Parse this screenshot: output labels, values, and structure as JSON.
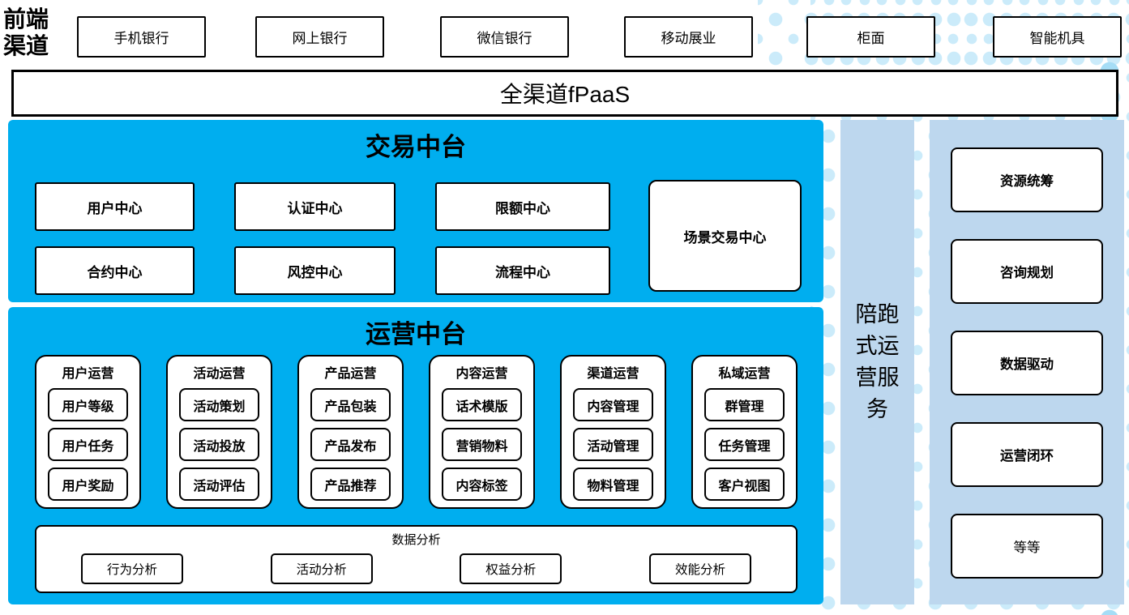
{
  "colors": {
    "accent_blue": "#00AEEF",
    "light_blue": "#BDD7EE",
    "dot_light": "#CBEBFA",
    "dot_edge": "#A5DDF6",
    "border": "#000000"
  },
  "front_channels": {
    "label": "前端渠道",
    "items": [
      "手机银行",
      "网上银行",
      "微信银行",
      "移动展业",
      "柜面",
      "智能机具"
    ]
  },
  "fpaas": {
    "label": "全渠道fPaaS"
  },
  "trade_platform": {
    "title": "交易中台",
    "centers": [
      "用户中心",
      "认证中心",
      "限额中心",
      "合约中心",
      "风控中心",
      "流程中心"
    ],
    "scene_center": "场景交易中心"
  },
  "operation_platform": {
    "title": "运营中台",
    "columns": [
      {
        "header": "用户运营",
        "items": [
          "用户等级",
          "用户任务",
          "用户奖励"
        ]
      },
      {
        "header": "活动运营",
        "items": [
          "活动策划",
          "活动投放",
          "活动评估"
        ]
      },
      {
        "header": "产品运营",
        "items": [
          "产品包装",
          "产品发布",
          "产品推荐"
        ]
      },
      {
        "header": "内容运营",
        "items": [
          "话术模版",
          "营销物料",
          "内容标签"
        ]
      },
      {
        "header": "渠道运营",
        "items": [
          "内容管理",
          "活动管理",
          "物料管理"
        ]
      },
      {
        "header": "私域运营",
        "items": [
          "群管理",
          "任务管理",
          "客户视图"
        ]
      }
    ],
    "analysis": {
      "title": "数据分析",
      "items": [
        "行为分析",
        "活动分析",
        "权益分析",
        "效能分析"
      ]
    }
  },
  "side_service": {
    "label": "陪跑式运营服务"
  },
  "right_panel": {
    "items": [
      {
        "label": "资源统筹",
        "weight": 700
      },
      {
        "label": "咨询规划",
        "weight": 600
      },
      {
        "label": "数据驱动",
        "weight": 600
      },
      {
        "label": "运营闭环",
        "weight": 700
      },
      {
        "label": "等等",
        "weight": 400
      }
    ]
  }
}
